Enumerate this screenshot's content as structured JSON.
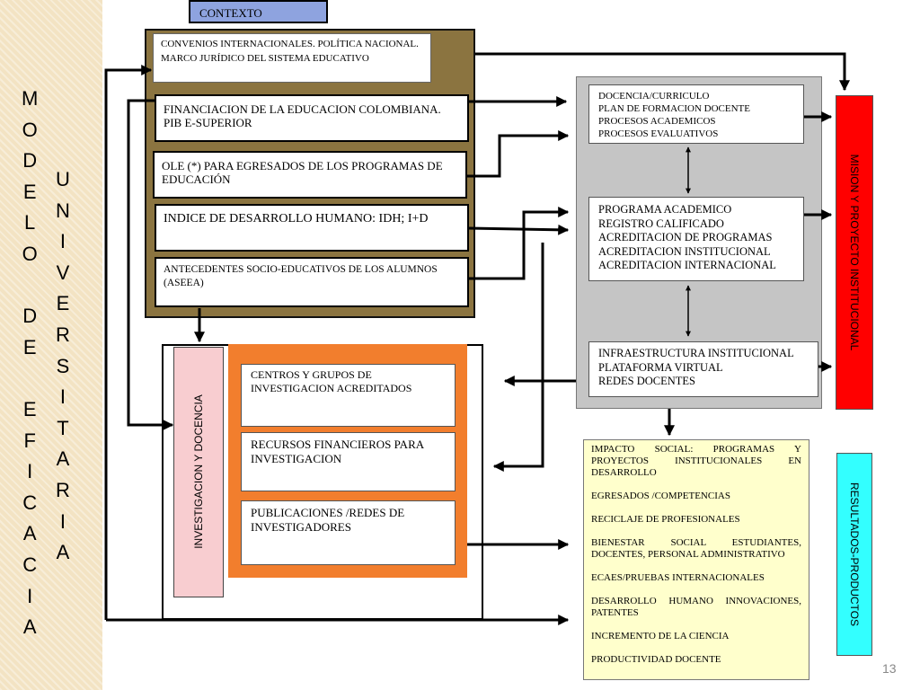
{
  "title_left": {
    "column1": [
      "M",
      "O",
      "D",
      "E",
      "L",
      "O",
      "",
      "D",
      "E",
      "",
      "E",
      "F",
      "I",
      "C",
      "A",
      "C",
      "I",
      "A"
    ],
    "column2": [
      "U",
      "N",
      "I",
      "V",
      "E",
      "R",
      "S",
      "I",
      "T",
      "A",
      "R",
      "I",
      "A"
    ]
  },
  "context": {
    "label": "CONTEXTO",
    "items": [
      "CONVENIOS INTERNACIONALES. POLÍTICA NACIONAL. MARCO JURÍDICO DEL SISTEMA EDUCATIVO",
      "FINANCIACION DE LA EDUCACION COLOMBIANA. PIB E-SUPERIOR",
      "OLE (*) PARA EGRESADOS DE LOS PROGRAMAS DE EDUCACIÓN",
      "INDICE DE DESARROLLO HUMANO: IDH; I+D",
      "ANTECEDENTES SOCIO-EDUCATIVOS DE LOS ALUMNOS (ASEEA)"
    ]
  },
  "research": {
    "vertical_label": "INVESTIGACION Y DOCENCIA",
    "items": [
      "CENTROS Y GRUPOS DE INVESTIGACION ACREDITADOS",
      "RECURSOS FINANCIEROS PARA INVESTIGACION",
      "PUBLICACIONES /REDES DE INVESTIGADORES"
    ]
  },
  "processes": {
    "box1": [
      "DOCENCIA/CURRICULO",
      "PLAN DE FORMACION DOCENTE",
      "PROCESOS ACADEMICOS",
      "PROCESOS EVALUATIVOS"
    ],
    "box2": [
      "PROGRAMA ACADEMICO",
      "REGISTRO CALIFICADO",
      "ACREDITACION DE PROGRAMAS",
      "ACREDITACION INSTITUCIONAL",
      "ACREDITACION INTERNACIONAL"
    ],
    "box3": [
      "INFRAESTRUCTURA INSTITUCIONAL",
      "PLATAFORMA VIRTUAL",
      "REDES DOCENTES"
    ]
  },
  "mision": "MISION Y PROYECTO INSTITUCIONAL",
  "resultados": "RESULTADOS-PRODUCTOS",
  "outcomes": [
    "IMPACTO SOCIAL: PROGRAMAS Y PROYECTOS INSTITUCIONALES EN DESARROLLO",
    "EGRESADOS /COMPETENCIAS",
    "RECICLAJE DE PROFESIONALES",
    "BIENESTAR SOCIAL ESTUDIANTES, DOCENTES, PERSONAL ADMINISTRATIVO",
    "ECAES/PRUEBAS INTERNACIONALES",
    "DESARROLLO HUMANO INNOVACIONES, PATENTES",
    "INCREMENTO DE LA CIENCIA",
    "PRODUCTIVIDAD DOCENTE"
  ],
  "page_number": "13",
  "colors": {
    "context_header": "#8ea3df",
    "context_panel": "#8b7440",
    "process_panel": "#c5c5c5",
    "research_panel": "#f27e2d",
    "research_label": "#f8cdd0",
    "mision_bar": "#ff0000",
    "resultados_bar": "#33ffff",
    "outcomes_box": "#ffffcc"
  }
}
